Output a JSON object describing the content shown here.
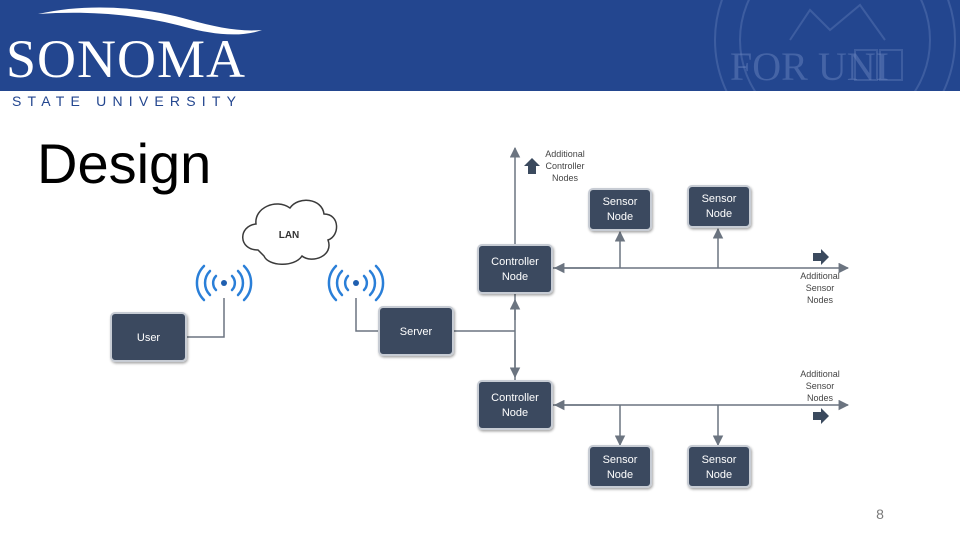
{
  "header": {
    "logo_word": "SONOMA",
    "logo_sub": "STATE UNIVERSITY",
    "seal_text": "FOR UNI",
    "banner_color": "#23468f"
  },
  "slide": {
    "title": "Design",
    "page_number": "8"
  },
  "diagram": {
    "cloud_label": "LAN",
    "nodes": {
      "user": "User",
      "server": "Server",
      "controller_1": [
        "Controller",
        "Node"
      ],
      "controller_2": [
        "Controller",
        "Node"
      ],
      "sensor_top_1": [
        "Sensor",
        "Node"
      ],
      "sensor_top_2": [
        "Sensor",
        "Node"
      ],
      "sensor_bottom_1": [
        "Sensor",
        "Node"
      ],
      "sensor_bottom_2": [
        "Sensor",
        "Node"
      ]
    },
    "notes": {
      "additional_controller": [
        "Additional",
        "Controller",
        "Nodes"
      ],
      "additional_sensor_1": [
        "Additional",
        "Sensor",
        "Nodes"
      ],
      "additional_sensor_2": [
        "Additional",
        "Sensor",
        "Nodes"
      ]
    },
    "node_color": "#3b4a5e",
    "line_color": "#6b7480",
    "wifi_color": "#2a7fd8"
  }
}
